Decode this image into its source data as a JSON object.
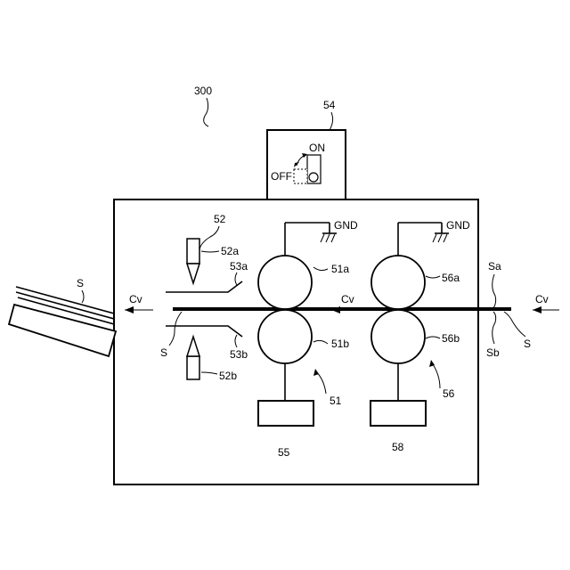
{
  "figure": {
    "ref": "300",
    "switch_unit": {
      "ref": "54",
      "on": "ON",
      "off": "OFF"
    },
    "ground": "GND",
    "flow": {
      "cv": "Cv"
    },
    "sheet": {
      "s": "S",
      "sa": "Sa",
      "sb": "Sb"
    },
    "fuser_unit": {
      "ref": "51",
      "upper_roller": "51a",
      "lower_roller": "51b",
      "motor": "55"
    },
    "second_unit": {
      "ref": "56",
      "upper_roller": "56a",
      "lower_roller": "56b",
      "motor": "58"
    },
    "sensor_unit": {
      "ref": "52",
      "upper": "52a",
      "lower": "52b"
    },
    "guides": {
      "upper": "53a",
      "lower": "53b"
    }
  }
}
